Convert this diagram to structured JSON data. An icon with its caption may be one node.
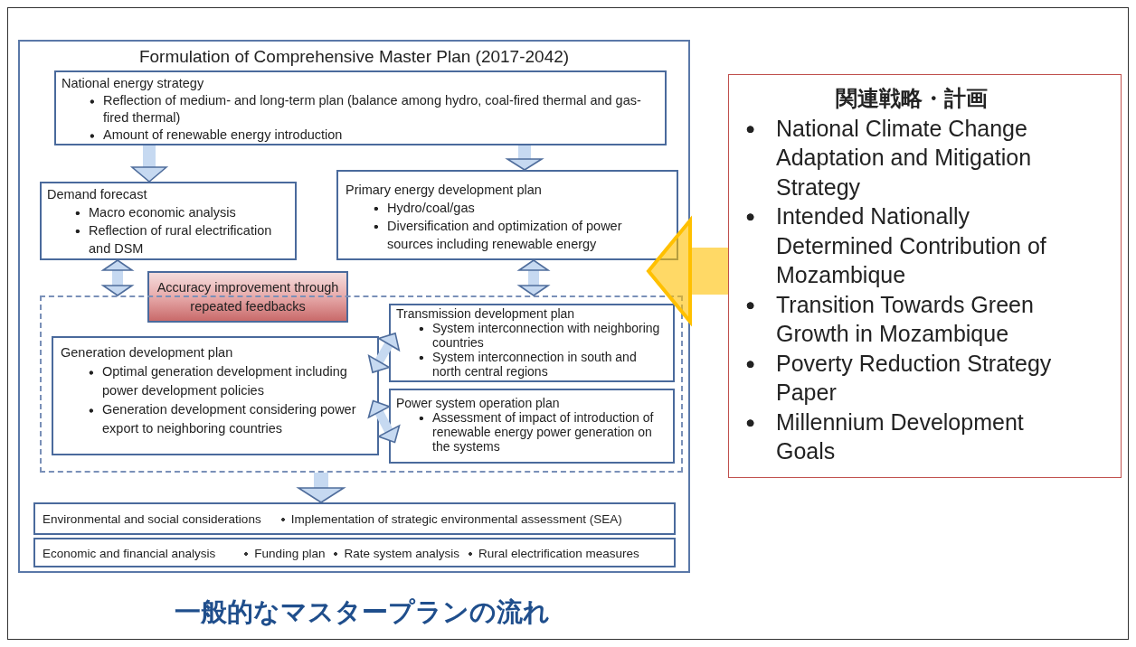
{
  "diagram": {
    "caption": "一般的なマスタープランの流れ",
    "nodes": [
      {
        "text": [
          "Formulation of Comprehensive Master Plan (2017-2042)"
        ]
      },
      {
        "text": [
          "National energy strategy",
          "Reflection of medium- and long-term plan (balance among hydro, coal-fired thermal and gas-fired thermal)",
          "Amount of renewable energy introduction"
        ],
        "in": 0
      },
      {
        "text": [
          "Demand forecast",
          "Macro economic analysis",
          "Reflection of rural electrification and DSM"
        ],
        "in": 0
      },
      {
        "text": [
          "Primary energy development plan",
          "Hydro/coal/gas",
          "Diversification and optimization of power sources including renewable energy"
        ],
        "in": 0
      },
      {
        "text": [
          "Accuracy improvement through repeated feedbacks"
        ],
        "in": 0
      },
      {
        "text": [],
        "shape": "box",
        "in": 0
      },
      {
        "text": [
          "Generation development plan",
          "Optimal generation development including power development policies",
          "Generation development considering power export to neighboring countries"
        ],
        "in": 5
      },
      {
        "text": [
          "Transmission development plan",
          "System interconnection with neighboring countries",
          "System interconnection in south and north central regions"
        ],
        "in": 5
      },
      {
        "text": [
          "Power system operation plan",
          "Assessment of impact of introduction of renewable energy power generation on the systems"
        ],
        "in": 5
      },
      {
        "text": [
          "Environmental and social considerations",
          "Implementation of strategic environmental assessment (SEA)"
        ],
        "in": 0
      },
      {
        "text": [
          "Economic and financial analysis",
          "Funding plan",
          "Rate system analysis",
          "Rural electrification measures"
        ],
        "in": 0
      },
      {
        "text": [
          "関連戦略・計画",
          "National Climate Change Adaptation and Mitigation Strategy",
          "Intended Nationally Determined Contribution of Mozambique",
          "Transition Towards Green Growth in Mozambique",
          "Poverty Reduction Strategy Paper",
          "Millennium Development Goals"
        ]
      }
    ],
    "edges": [
      {
        "from": 1,
        "to": 2,
        "arrow": "to"
      },
      {
        "from": 1,
        "to": 3,
        "arrow": "to"
      },
      {
        "from": 2,
        "to": 5,
        "arrow": "both"
      },
      {
        "from": 3,
        "to": 5,
        "arrow": "both"
      },
      {
        "from": 6,
        "to": 7,
        "arrow": "both"
      },
      {
        "from": 6,
        "to": 8,
        "arrow": "both"
      },
      {
        "from": 5,
        "to": 9,
        "arrow": "to"
      },
      {
        "from": 11,
        "to": 0,
        "arrow": "to",
        "style": "thick",
        "color": "#ffc000"
      }
    ]
  }
}
